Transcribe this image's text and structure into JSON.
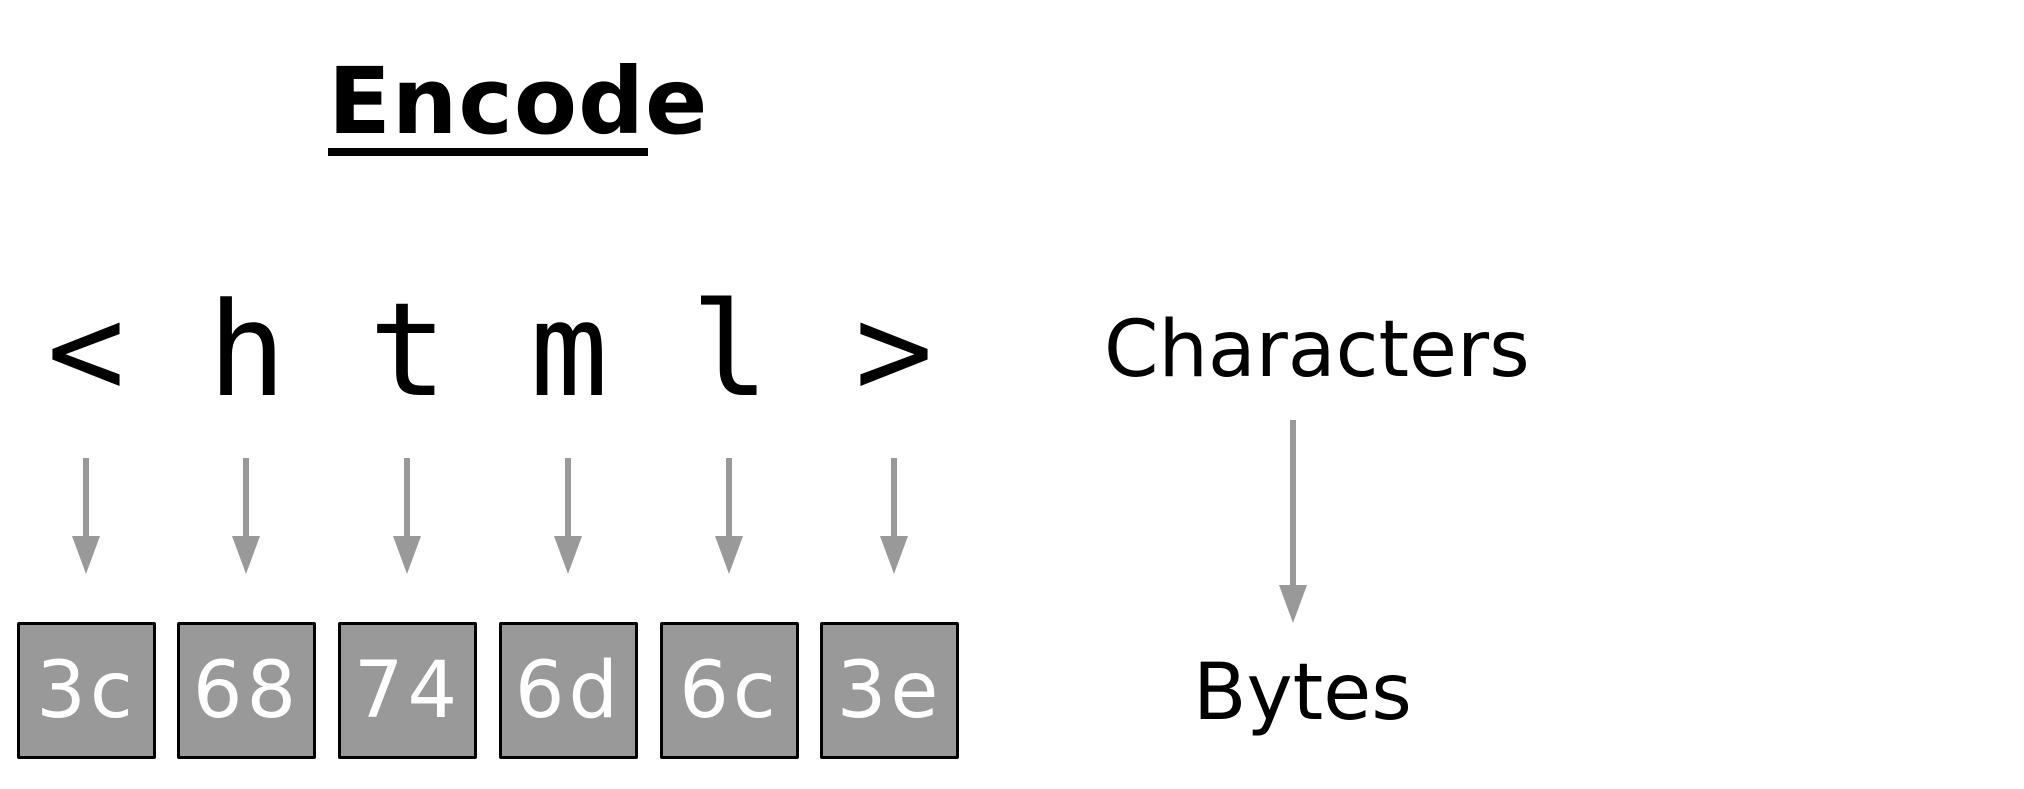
{
  "title": "Encode",
  "characters": [
    "<",
    "h",
    "t",
    "m",
    "l",
    ">"
  ],
  "bytes": [
    "3c",
    "68",
    "74",
    "6d",
    "6c",
    "3e"
  ],
  "labels": {
    "characters": "Characters",
    "bytes": "Bytes"
  },
  "colors": {
    "arrow": "#999999",
    "box_fill": "#999999",
    "box_border": "#000000",
    "text": "#000000",
    "byte_text": "#ffffff"
  }
}
